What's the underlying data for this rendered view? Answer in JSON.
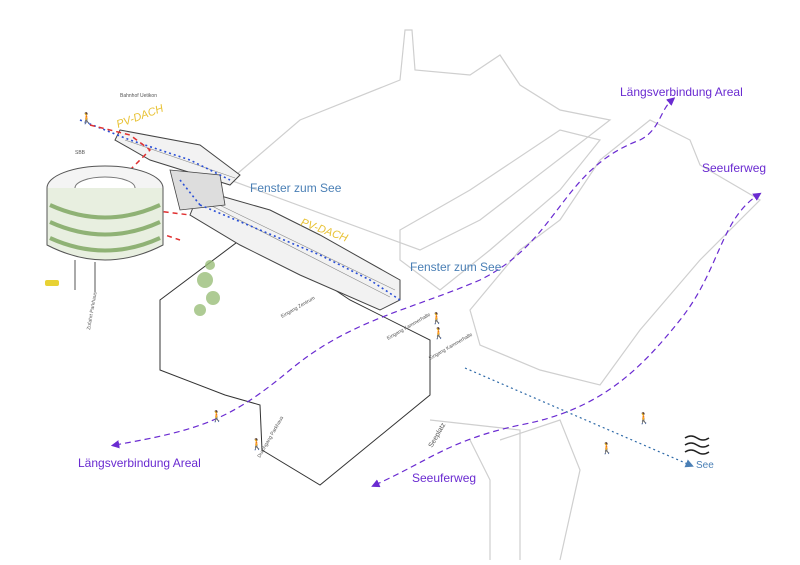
{
  "routes": {
    "laengsverbindung_top": "Längsverbindung Areal",
    "laengsverbindung_bottom": "Längsverbindung Areal",
    "seeuferweg_right": "Seeuferweg",
    "seeuferweg_bottom": "Seeuferweg",
    "see": "See"
  },
  "labels": {
    "fenster_1": "Fenster zum See",
    "fenster_2": "Fenster zum See",
    "pv_1": "PV-DACH",
    "pv_2": "PV-DACH",
    "bahnhof": "Bahnhof Uetikon",
    "sbb": "SBB",
    "seeplatz": "Seeplatz",
    "eingang_1": "Eingang Kammerhalle",
    "eingang_2": "Eingang Kammerhalle",
    "eingang_3": "Eingang Zentrum",
    "durchgang": "Durchgang Parkhaus",
    "zufahrt": "Zufahrt Parkhaus"
  },
  "colors": {
    "route": "#6a2bd1",
    "water_axis": "#2f6aa8",
    "building_outline": "#cfcfcf",
    "bridge": "#555555",
    "pv_label": "#e8c234",
    "green": "#7aa35b"
  }
}
